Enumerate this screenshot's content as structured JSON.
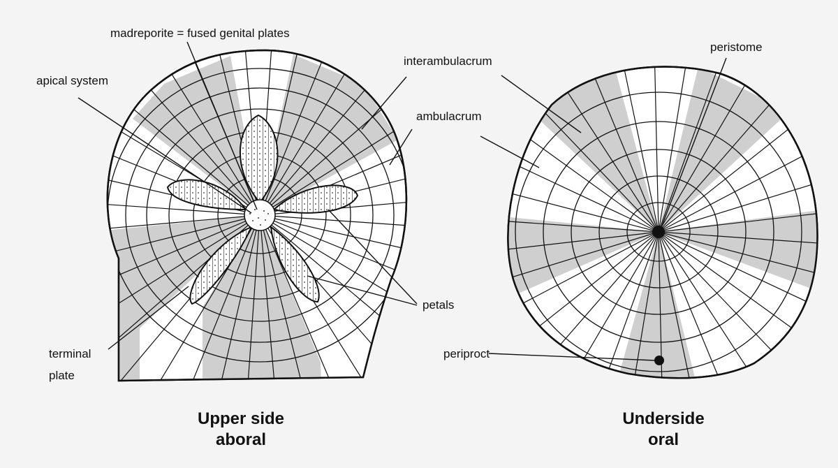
{
  "labels": {
    "madreporite": "madreporite = fused genital plates",
    "apical_system": "apical system",
    "interambulacrum": "interambulacrum",
    "ambulacrum": "ambulacrum",
    "peristome": "peristome",
    "petals": "petals",
    "terminal_plate_line1": "terminal",
    "terminal_plate_line2": "plate",
    "periproct": "periproct"
  },
  "captions": {
    "left_line1": "Upper side",
    "left_line2": "aboral",
    "right_line1": "Underside",
    "right_line2": "oral"
  },
  "colors": {
    "plate_fill": "#ffffff",
    "shaded_fill": "#cfcfcf",
    "outline": "#111111",
    "background": "#f4f4f4"
  }
}
